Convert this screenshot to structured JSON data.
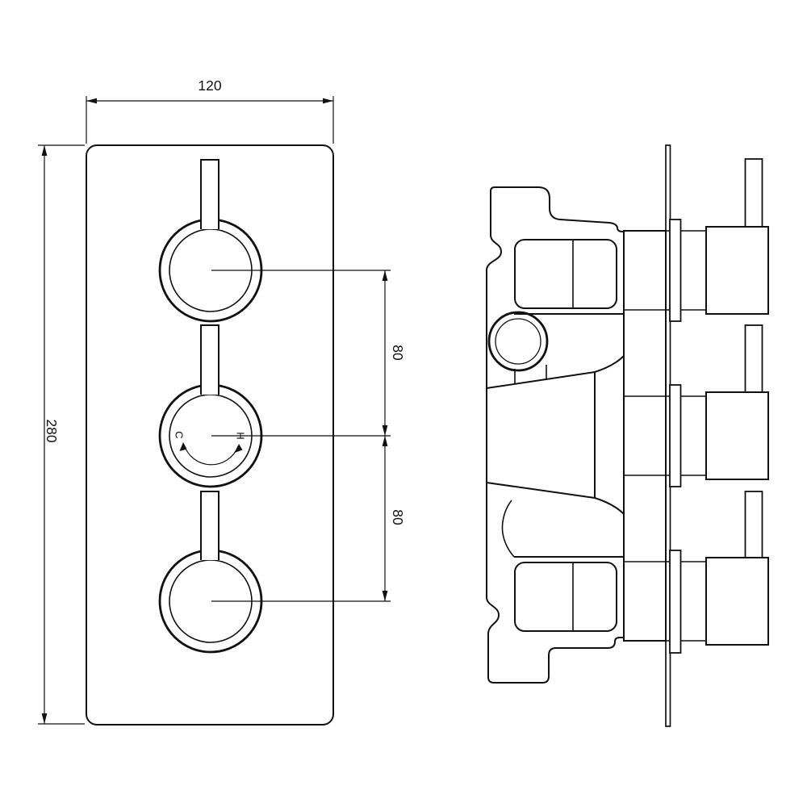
{
  "drawing": {
    "colors": {
      "line": "#111111",
      "background": "#ffffff"
    },
    "front_view": {
      "dim_width": "120",
      "dim_height": "280",
      "dim_spacing_upper": "80",
      "dim_spacing_lower": "80",
      "knob_cold_label": "C",
      "knob_hot_label": "H"
    }
  }
}
